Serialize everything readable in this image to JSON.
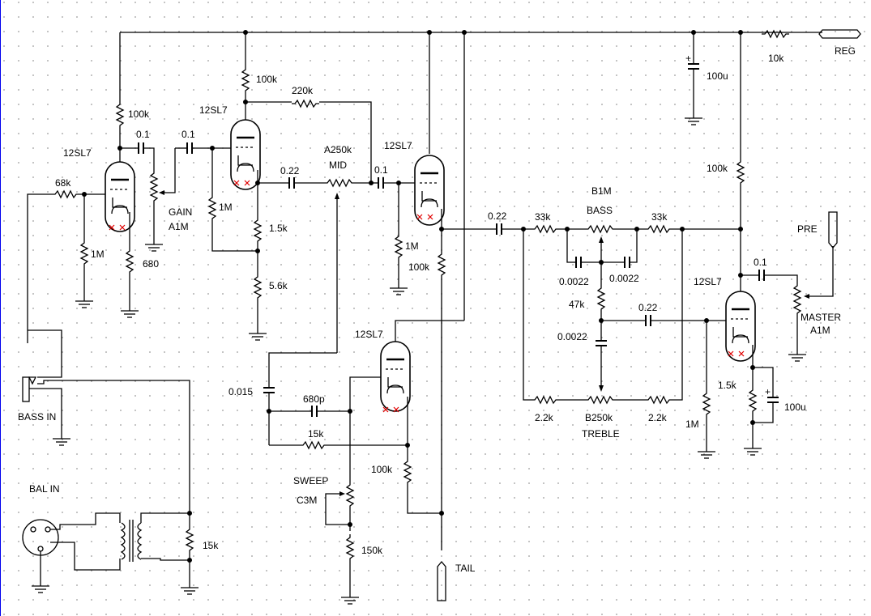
{
  "title": "",
  "tubes": [
    "12SL7",
    "12SL7",
    "12SL7",
    "12SL7",
    "12SL7"
  ],
  "labels": {
    "r_v1a_plate": "100k",
    "r_v1b_plate": "100k",
    "r_fb": "220k",
    "r_in": "68k",
    "r_grid1": "1M",
    "r_cath1": "680",
    "c_c1": "0.1",
    "c_c2": "0.1",
    "gain": "GAIN",
    "gain_val": "A1M",
    "r_grid2": "1M",
    "r_cath2a": "1.5k",
    "r_cath2b": "5.6k",
    "c_c3": "0.22",
    "mid_val": "A250k",
    "mid": "MID",
    "c_c4": "0.1",
    "r_grid3": "1M",
    "r_ck": "100k",
    "c_c5": "0.22",
    "r_33a": "33k",
    "r_33b": "33k",
    "bass_val": "B1M",
    "bass": "BASS",
    "c_b1": "0.0022",
    "c_b2": "0.0022",
    "r_47": "47k",
    "c_t": "0.0022",
    "r_22a": "2.2k",
    "r_22b": "2.2k",
    "treble_val": "B250k",
    "treble": "TREBLE",
    "c_c6": "0.22",
    "r_grid4": "1M",
    "c_015": "0.015",
    "c_680p": "680p",
    "r_15a": "15k",
    "r_100k_lo": "100k",
    "sweep": "SWEEP",
    "sweep_val": "C3M",
    "r_150": "150k",
    "tail": "TAIL",
    "bass_in": "BASS IN",
    "bal_in": "BAL IN",
    "r_15b": "15k",
    "c_100u_top": "100u",
    "r_10k": "10k",
    "reg": "REG",
    "r_100k_out": "100k",
    "pre": "PRE",
    "c_out": "0.1",
    "master": "MASTER",
    "master_val": "A1M",
    "r_15k_out": "1.5k",
    "c_100u_out": "100u"
  }
}
